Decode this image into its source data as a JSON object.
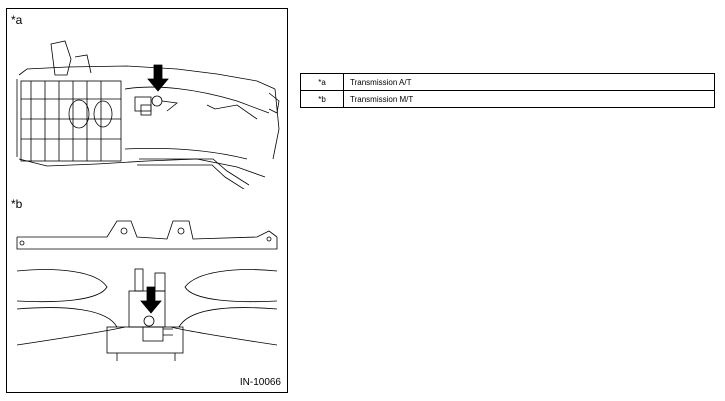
{
  "figure": {
    "panels": [
      {
        "marker": "*a"
      },
      {
        "marker": "*b"
      }
    ],
    "figure_id": "IN-10066"
  },
  "legend": {
    "rows": [
      {
        "key": "*a",
        "text": "Transmission A/T"
      },
      {
        "key": "*b",
        "text": "Transmission M/T"
      }
    ]
  }
}
